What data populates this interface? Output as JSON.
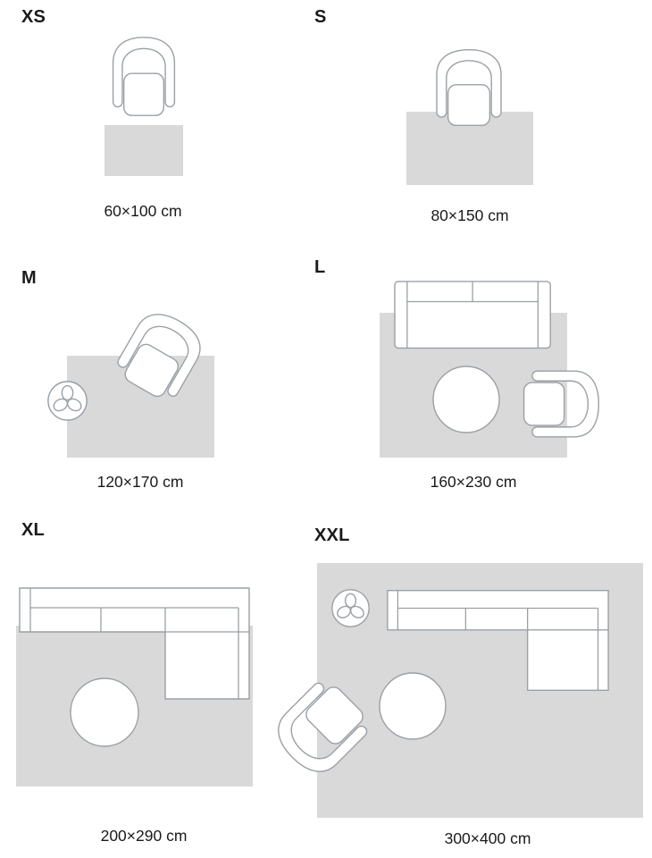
{
  "palette": {
    "background": "#ffffff",
    "rug": "#d9d9d9",
    "outline": "#9aa0a6",
    "furniture_fill": "#ffffff",
    "text": "#1a1a1a"
  },
  "sizes": [
    {
      "id": "xs",
      "label": "XS",
      "dimensions": "60×100 cm"
    },
    {
      "id": "s",
      "label": "S",
      "dimensions": "80×150 cm"
    },
    {
      "id": "m",
      "label": "M",
      "dimensions": "120×170 cm"
    },
    {
      "id": "l",
      "label": "L",
      "dimensions": "160×230 cm"
    },
    {
      "id": "xl",
      "label": "XL",
      "dimensions": "200×290 cm"
    },
    {
      "id": "xxl",
      "label": "XXL",
      "dimensions": "300×400 cm"
    }
  ]
}
